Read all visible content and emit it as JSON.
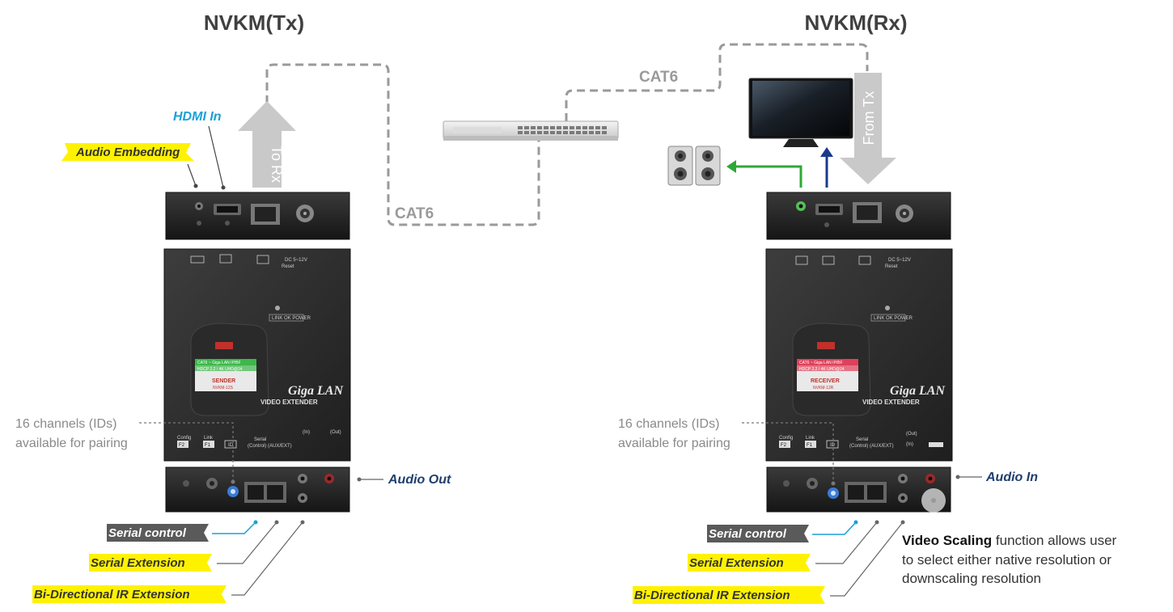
{
  "titles": {
    "tx": "NVKM(Tx)",
    "rx": "NVKM(Rx)"
  },
  "cables": {
    "cat6_left": "CAT6",
    "cat6_right": "CAT6"
  },
  "arrows": {
    "to_rx": "To Rx",
    "from_tx": "From Tx"
  },
  "tx_labels": {
    "hdmi_in": "HDMI In",
    "audio_embedding": "Audio Embedding",
    "audio_out": "Audio Out",
    "channels_line1": "16 channels (IDs)",
    "channels_line2": "available for pairing",
    "serial_control": "Serial control",
    "serial_extension": "Serial Extension",
    "ir_extension": "Bi-Directional IR Extension"
  },
  "rx_labels": {
    "audio_in": "Audio In",
    "channels_line1": "16 channels (IDs)",
    "channels_line2": "available for pairing",
    "serial_control": "Serial control",
    "serial_extension": "Serial Extension",
    "ir_extension": "Bi-Directional IR Extension",
    "scaling_bold": "Video Scaling",
    "scaling_line1_rest": " function allows user",
    "scaling_line2": "to select either native resolution or",
    "scaling_line3": "downscaling resolution"
  },
  "device_panel": {
    "tx_badge_1": "CAT6 ~ Giga LAN  IP/BF",
    "tx_badge_2": "HDCP 2.2 / 4K UHD@24",
    "tx_role": "SENDER",
    "tx_model": "NVKM-12S",
    "rx_badge_1": "CAT6 ~ Giga LAN  IP/BF",
    "rx_badge_2": "HDCP 2.2 / 4K UHD@24",
    "rx_role": "RECEIVER",
    "rx_model": "NVKM-12R",
    "brand_logo": "Giga LAN",
    "brand_sub": "VIDEO EXTENDER",
    "led_label": "LINK OK  POWER",
    "dc_label": "DC 5~12V",
    "reset_label": "Reset",
    "config_label": "Config",
    "link_label": "Link",
    "id_label": "ID",
    "f2_label": "F2",
    "f1_label": "F1",
    "serial_label": "Serial",
    "control_label": "(Control) (AUX/EXT)",
    "ir_in_label": "(In)",
    "ir_out_label": "(Out)"
  },
  "colors": {
    "title": "#404040",
    "cable_gray": "#9a9a9a",
    "hdmi_blue": "#1aa0d8",
    "navy": "#1f3f6e",
    "tag_yellow": "#fff200",
    "tag_dark": "#5a5a5a",
    "audio_green": "#2ea836",
    "video_navy": "#1a3a8a"
  }
}
